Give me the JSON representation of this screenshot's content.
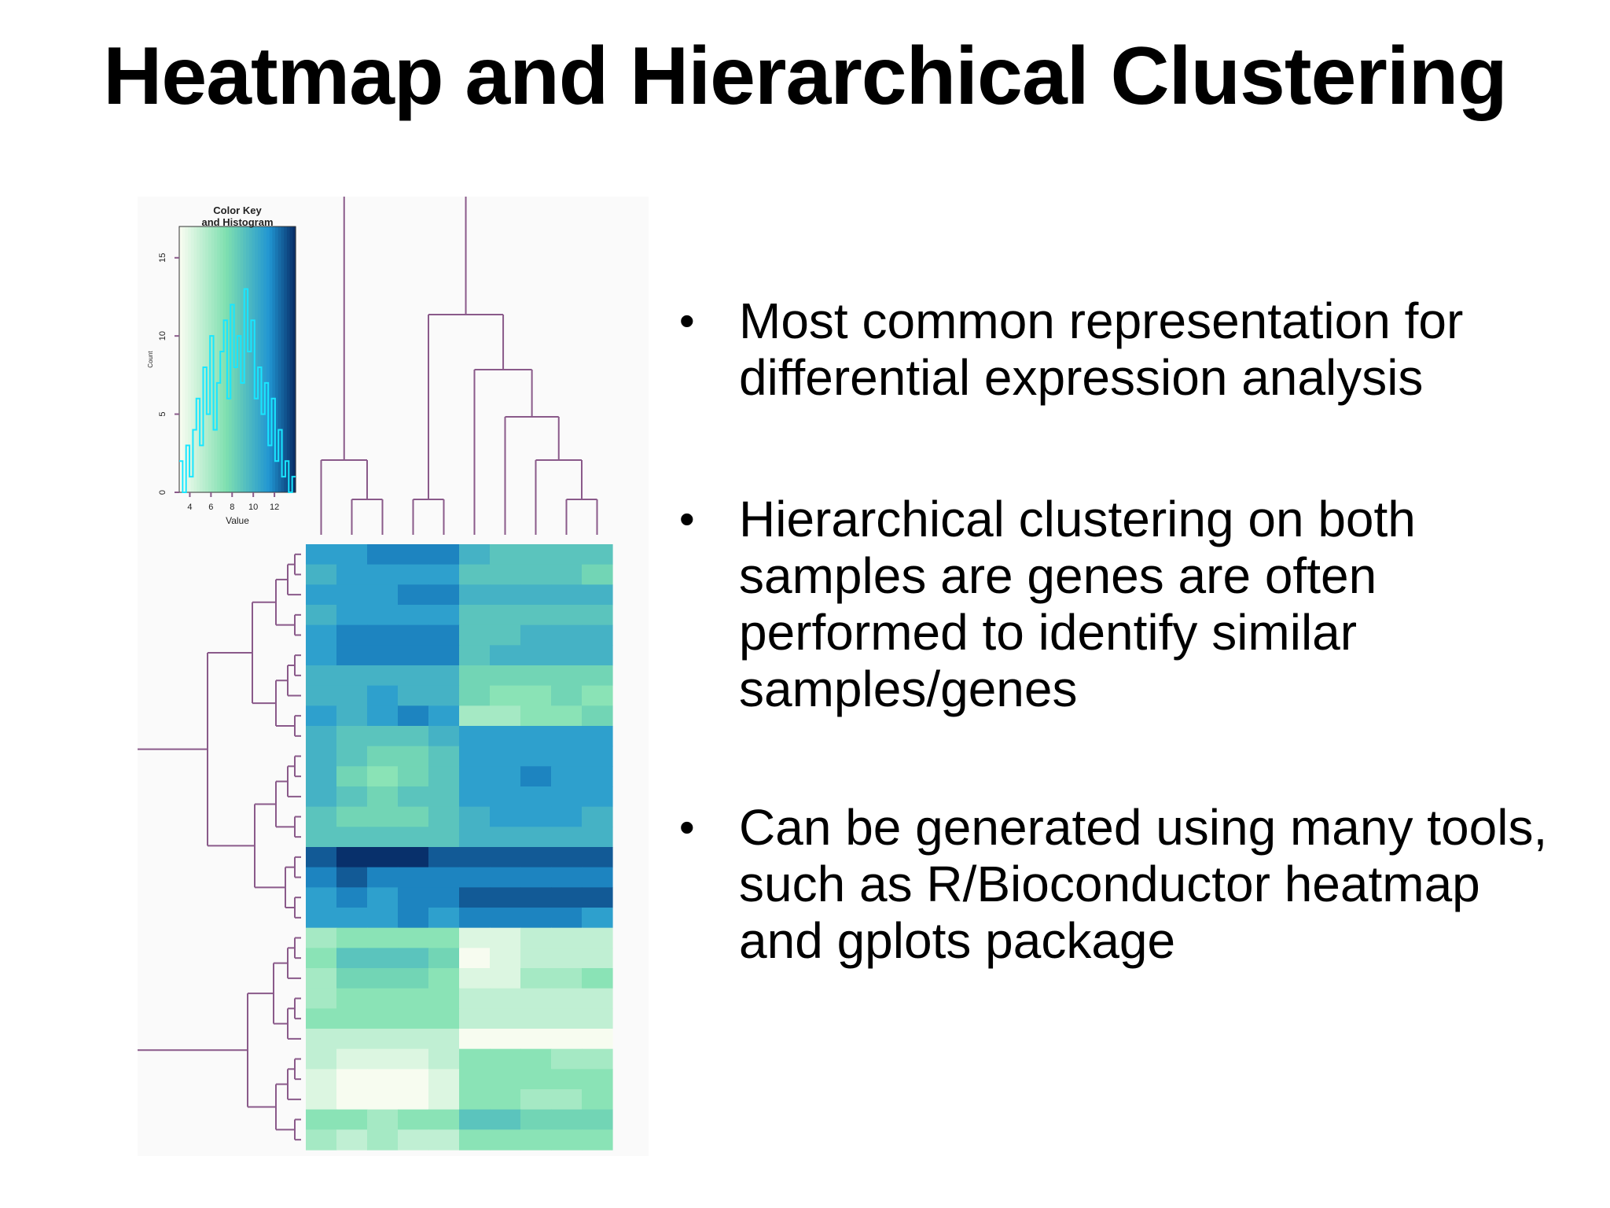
{
  "slide": {
    "title": "Heatmap and Hierarchical Clustering",
    "bullets": [
      "Most common representation for differential expression analysis",
      "Hierarchical clustering on both samples are genes are often performed to identify similar samples/genes",
      "Can be generated using many tools, such as R/Bioconductor heatmap and gplots package"
    ]
  },
  "chart_data": {
    "type": "heatmap",
    "title": "",
    "color_key": {
      "title_line1": "Color Key",
      "title_line2": "and Histogram",
      "xlabel": "Value",
      "ylabel": "Count",
      "x_ticks": [
        "4",
        "6",
        "8",
        "10",
        "12"
      ],
      "y_ticks": [
        "0",
        "5",
        "10",
        "15"
      ],
      "value_range": [
        3,
        14
      ],
      "count_range": [
        0,
        17
      ]
    },
    "colors": {
      "low": "#f7fcf0",
      "mid": "#7fe0b0",
      "high": "#08306b",
      "dendrogram": "#8a5a8a",
      "histogram": "#19e6ff"
    },
    "n_columns": 10,
    "n_rows": 30,
    "values": [
      [
        11,
        11,
        12,
        12,
        12,
        10,
        9,
        9,
        9,
        9
      ],
      [
        10,
        11,
        11,
        11,
        11,
        9,
        9,
        9,
        9,
        8
      ],
      [
        11,
        11,
        11,
        12,
        12,
        10,
        10,
        10,
        10,
        10
      ],
      [
        10,
        11,
        11,
        11,
        11,
        9,
        9,
        9,
        9,
        9
      ],
      [
        11,
        12,
        12,
        12,
        12,
        9,
        9,
        10,
        10,
        10
      ],
      [
        11,
        12,
        12,
        12,
        12,
        9,
        10,
        10,
        10,
        10
      ],
      [
        10,
        10,
        10,
        10,
        10,
        8,
        8,
        8,
        8,
        8
      ],
      [
        10,
        10,
        11,
        10,
        10,
        8,
        7,
        7,
        8,
        7
      ],
      [
        11,
        10,
        11,
        12,
        11,
        6,
        6,
        7,
        7,
        8
      ],
      [
        10,
        9,
        9,
        9,
        10,
        11,
        11,
        11,
        11,
        11
      ],
      [
        10,
        9,
        8,
        8,
        9,
        11,
        11,
        11,
        11,
        11
      ],
      [
        10,
        8,
        7,
        8,
        9,
        11,
        11,
        12,
        11,
        11
      ],
      [
        10,
        9,
        8,
        9,
        9,
        11,
        11,
        11,
        11,
        11
      ],
      [
        9,
        8,
        8,
        8,
        9,
        10,
        11,
        11,
        11,
        10
      ],
      [
        9,
        9,
        9,
        9,
        9,
        10,
        10,
        10,
        10,
        10
      ],
      [
        13,
        14,
        14,
        14,
        13,
        13,
        13,
        13,
        13,
        13
      ],
      [
        12,
        13,
        12,
        12,
        12,
        12,
        12,
        12,
        12,
        12
      ],
      [
        11,
        12,
        11,
        12,
        12,
        13,
        13,
        13,
        13,
        13
      ],
      [
        11,
        11,
        11,
        12,
        11,
        12,
        12,
        12,
        12,
        11
      ],
      [
        6,
        7,
        7,
        7,
        7,
        4,
        4,
        5,
        5,
        5
      ],
      [
        7,
        9,
        9,
        9,
        8,
        3,
        4,
        5,
        5,
        5
      ],
      [
        6,
        8,
        8,
        8,
        7,
        4,
        4,
        6,
        6,
        7
      ],
      [
        6,
        7,
        7,
        7,
        7,
        5,
        5,
        5,
        5,
        5
      ],
      [
        7,
        7,
        7,
        7,
        7,
        5,
        5,
        5,
        5,
        5
      ],
      [
        5,
        5,
        5,
        5,
        5,
        2,
        2,
        2,
        2,
        2
      ],
      [
        5,
        4,
        4,
        4,
        5,
        7,
        7,
        7,
        6,
        6
      ],
      [
        4,
        3,
        3,
        3,
        4,
        7,
        7,
        7,
        7,
        7
      ],
      [
        4,
        3,
        3,
        3,
        4,
        7,
        7,
        6,
        6,
        7
      ],
      [
        7,
        7,
        6,
        7,
        7,
        9,
        9,
        8,
        8,
        8
      ],
      [
        6,
        5,
        6,
        5,
        5,
        7,
        7,
        7,
        7,
        7
      ]
    ]
  }
}
